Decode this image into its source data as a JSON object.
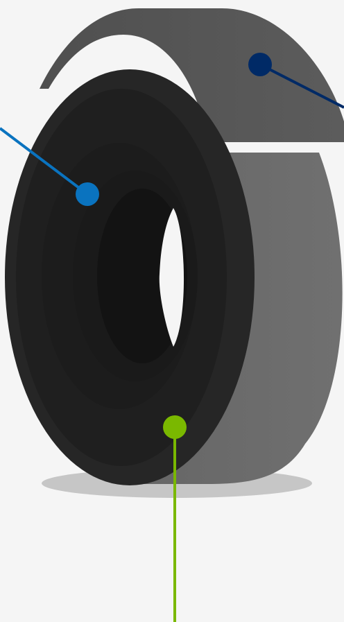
{
  "diagram": {
    "subject": "tire-cross-section",
    "colors": {
      "background": "#f5f5f5",
      "tread_band": "#5a5a5a",
      "tire_side": "#6a6a6a",
      "sidewall": "#232323",
      "rim_hole": "#111111",
      "shadow": "#c8c8c8"
    },
    "callouts": [
      {
        "id": "tread",
        "color": "#002a66"
      },
      {
        "id": "sidewall",
        "color": "#0a73bf"
      },
      {
        "id": "bead",
        "color": "#7ab800"
      }
    ]
  }
}
